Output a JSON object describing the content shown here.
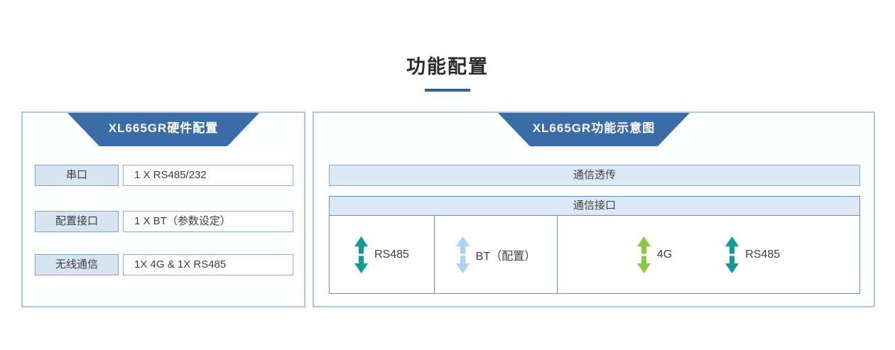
{
  "page_title": {
    "text": "功能配置"
  },
  "left_panel": {
    "header": "XL665GR硬件配置",
    "rows": [
      {
        "label": "串口",
        "value": "1 X RS485/232"
      },
      {
        "label": "配置接口",
        "value": "1 X BT（参数设定）"
      },
      {
        "label": "无线通信",
        "value": "1X 4G & 1X RS485"
      }
    ]
  },
  "right_panel": {
    "header": "XL665GR功能示意图",
    "transparent_bar": "通信透传",
    "interface_header": "通信接口",
    "interfaces": [
      {
        "label": "RS485",
        "icon": "updown-arrow",
        "color": "#0d9c96"
      },
      {
        "label": "BT（配置）",
        "icon": "updown-arrow",
        "color": "#a6d2f3"
      },
      {
        "label": "4G",
        "icon": "updown-arrow",
        "color": "#8cc943"
      },
      {
        "label": "RS485",
        "icon": "updown-arrow",
        "color": "#0d9c96"
      }
    ]
  },
  "colors": {
    "header_trapezoid": "#3a6ca7",
    "title_underline": "#2e639c",
    "panel_border": "#abc7e6",
    "box_fill": "#dce8f6",
    "box_border": "#85a9d6",
    "table_border": "#6590c6",
    "teal_arrow": "#0d9c96",
    "lightblue_arrow": "#a6d2f3",
    "green_arrow": "#8cc943"
  }
}
